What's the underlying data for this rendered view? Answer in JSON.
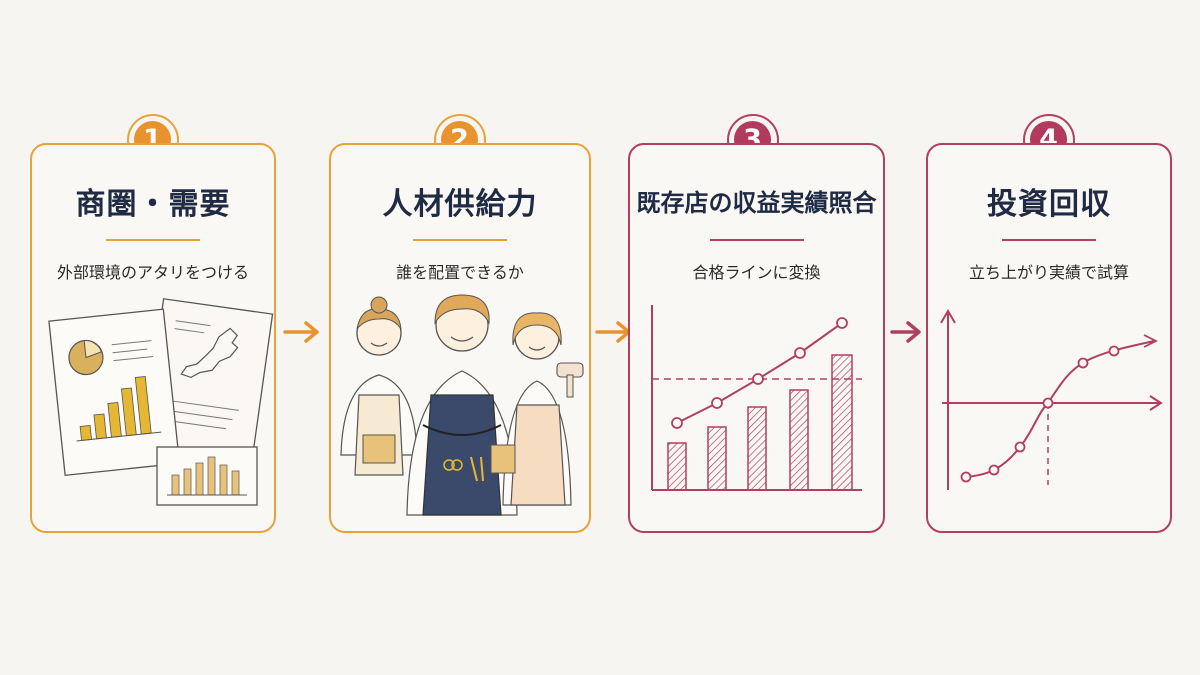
{
  "steps": [
    {
      "number": "1",
      "title": "商圏・需要",
      "subtitle": "外部環境のアタリをつける"
    },
    {
      "number": "2",
      "title": "人材供給力",
      "subtitle": "誰を配置できるか"
    },
    {
      "number": "3",
      "title": "既存店の収益実績照合",
      "subtitle": "合格ラインに変換"
    },
    {
      "number": "4",
      "title": "投資回収",
      "subtitle": "立ち上がり実績で試算"
    }
  ],
  "colors": {
    "orange": "#e8a23a",
    "crimson": "#b0405f",
    "navy": "#1f2a44"
  },
  "icons": [
    "documents-with-charts-and-japan-map",
    "three-salon-staff-with-tools",
    "bar-chart-with-rising-line-and-threshold",
    "s-curve-payback-chart"
  ]
}
